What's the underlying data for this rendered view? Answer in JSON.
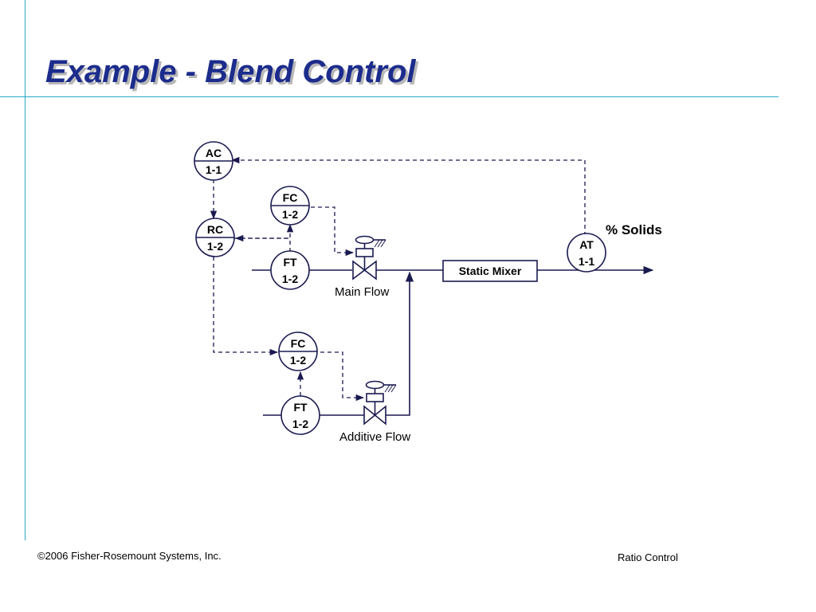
{
  "title": "Example - Blend Control",
  "diagram": {
    "instruments": {
      "ac": {
        "tag": "AC",
        "loop": "1-1"
      },
      "rc": {
        "tag": "RC",
        "loop": "1-2"
      },
      "fc_main": {
        "tag": "FC",
        "loop": "1-2"
      },
      "ft_main": {
        "tag": "FT",
        "loop": "1-2"
      },
      "fc_add": {
        "tag": "FC",
        "loop": "1-2"
      },
      "ft_add": {
        "tag": "FT",
        "loop": "1-2"
      },
      "at": {
        "tag": "AT",
        "loop": "1-1"
      }
    },
    "static_mixer": "Static Mixer",
    "solids_label": "% Solids",
    "main_flow_label": "Main Flow",
    "additive_flow_label": "Additive Flow"
  },
  "footer": {
    "copyright": "©2006 Fisher-Rosemount Systems, Inc.",
    "topic": "Ratio Control"
  },
  "colors": {
    "title": "#1c2c8c",
    "rule": "#29a8c8",
    "line": "#1a1a50"
  }
}
